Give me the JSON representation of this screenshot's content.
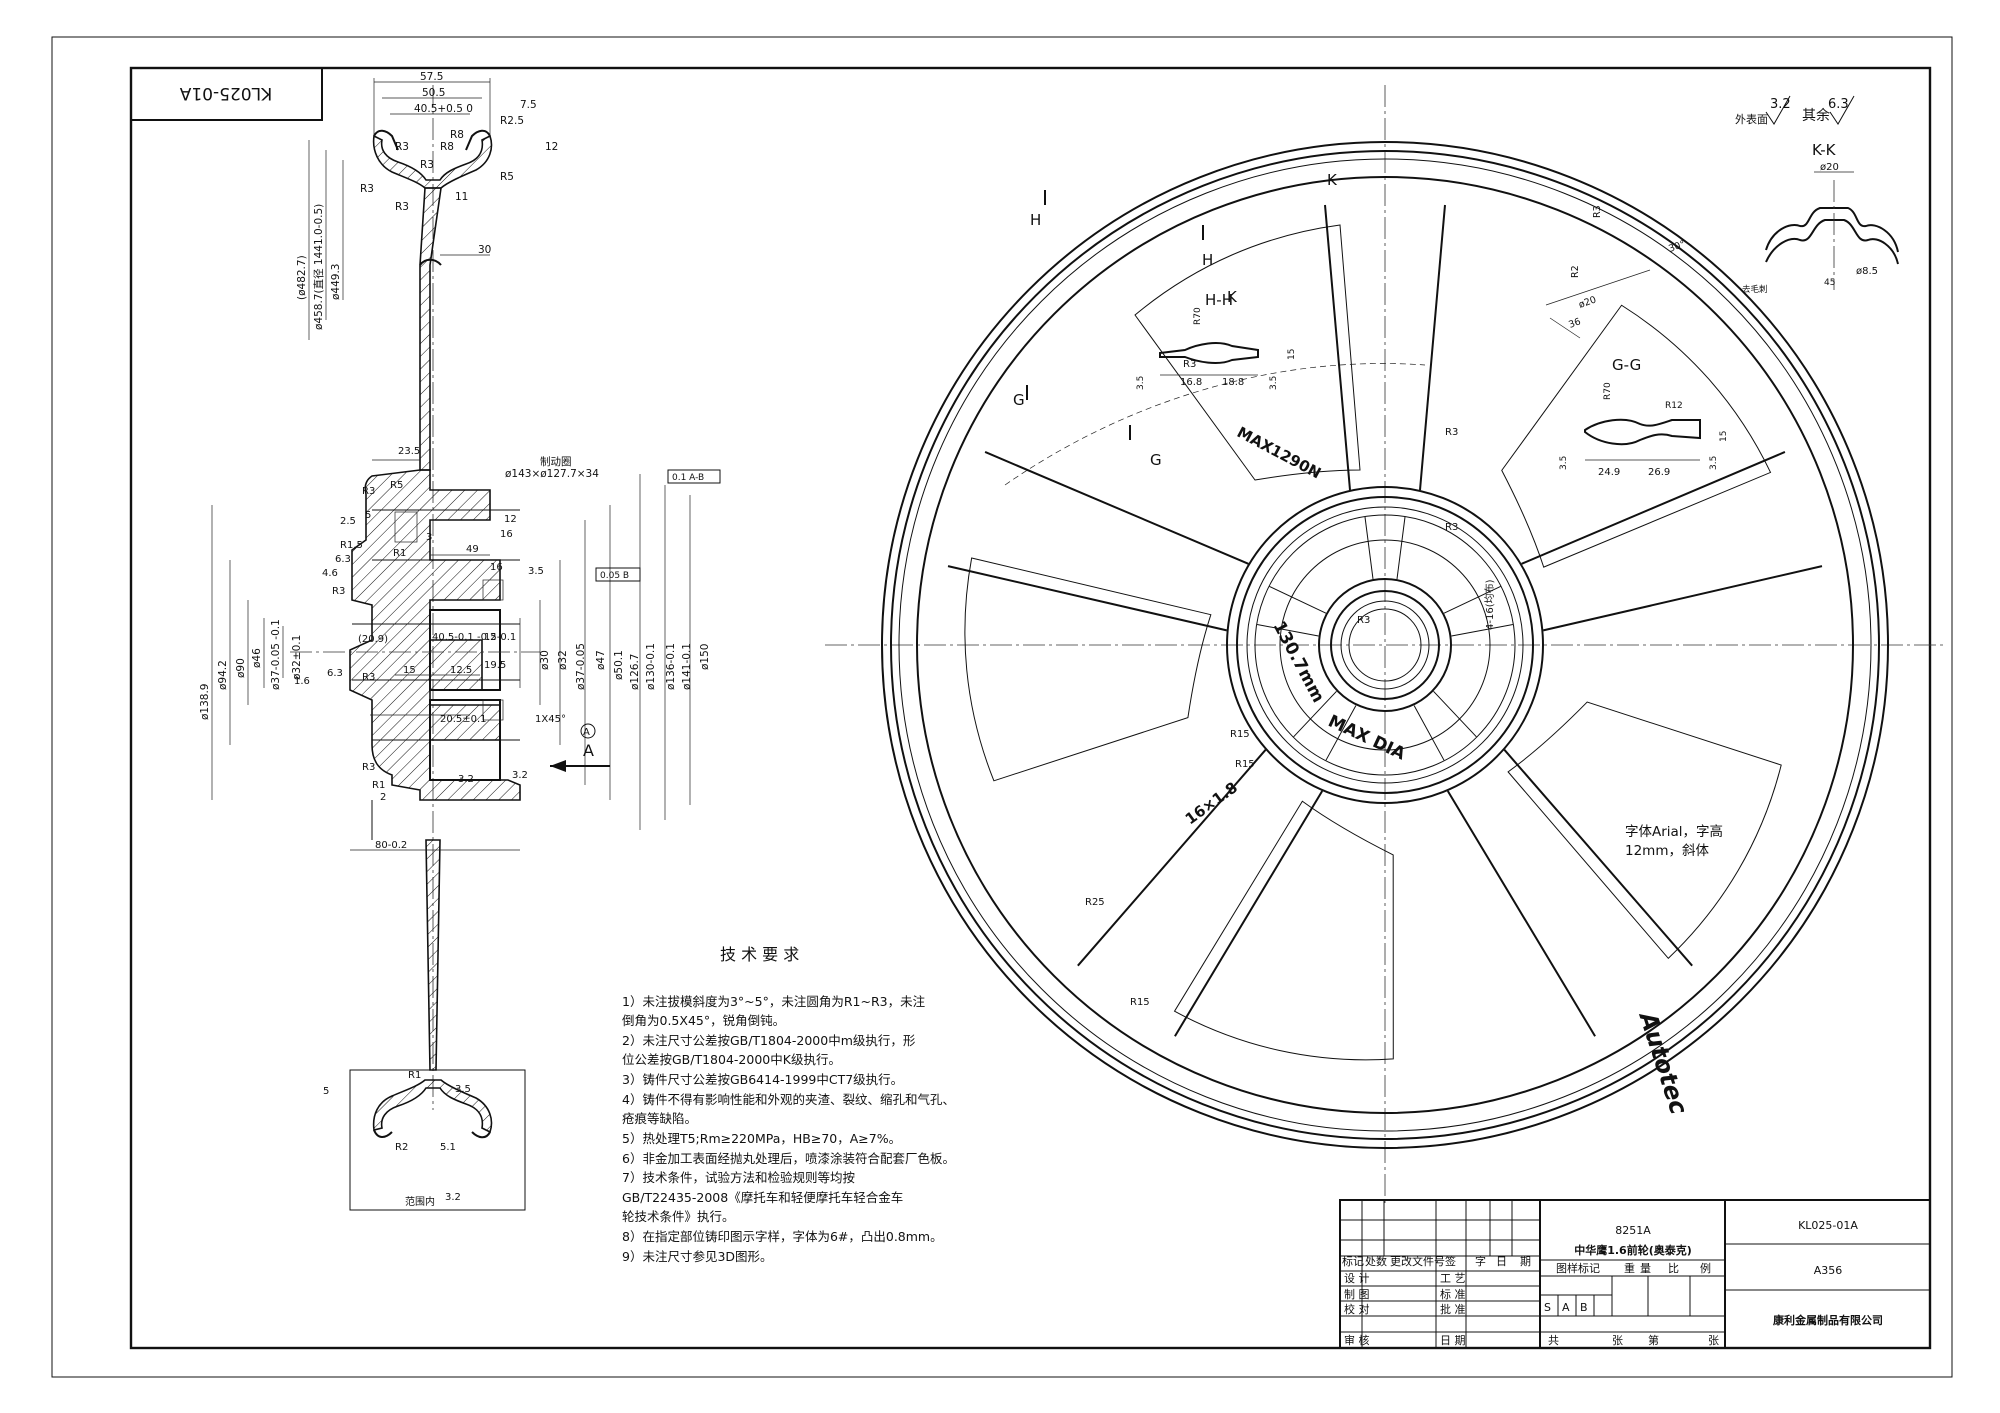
{
  "drawing_code_mirrored": "KL025-01A",
  "notes_title": "技 术 要 求",
  "notes": [
    "1）未注拔模斜度为3°~5°，未注圆角为R1~R3，未注",
    "倒角为0.5X45°，锐角倒钝。",
    "2）未注尺寸公差按GB/T1804-2000中m级执行，形",
    "位公差按GB/T1804-2000中K级执行。",
    "3）铸件尺寸公差按GB6414-1999中CT7级执行。",
    "4）铸件不得有影响性能和外观的夹渣、裂纹、缩孔和气孔、",
    "疮痕等缺陷。",
    "5）热处理T5;Rm≥220MPa，HB≥70，A≥7%。",
    "6）非金加工表面经抛丸处理后，喷漆涂装符合配套厂色板。",
    "7）技术条件，试验方法和检验规则等均按",
    "GB/T22435-2008《摩托车和轻便摩托车轻合金车",
    "轮技术条件》执行。",
    "8）在指定部位铸印图示字样，字体为6#，凸出0.8mm。",
    "9）未注尺寸参见3D图形。"
  ],
  "surface_note": {
    "outer": "外表面",
    "outer_val": "3.2",
    "rest": "其余",
    "rest_val": "6.3"
  },
  "views": {
    "kk": "K-K",
    "hh": "H-H",
    "gg": "G-G",
    "k": "K",
    "h": "H",
    "g": "G",
    "a": "A"
  },
  "wheel_text": {
    "max_load": "MAX1290N",
    "size": "16×1.8",
    "pcd": "130.7mm",
    "max_dia": "MAX DIA",
    "brand": "Autotec",
    "font_note_1": "字体Arial，字高",
    "font_note_2": "12mm，斜体",
    "holes": "4-16(均布)"
  },
  "brake_note": {
    "label": "制动圈",
    "spec": "ø143×ø127.7×34"
  },
  "kk_labels": [
    "ø20",
    "ø8.5",
    "45",
    "去毛刺"
  ],
  "hh_labels": [
    "R70",
    "16.8",
    "18.8",
    "3.5",
    "3.5",
    "15"
  ],
  "gg_labels": [
    "R70",
    "R12",
    "24.9",
    "26.9",
    "3.5",
    "3.5",
    "15"
  ],
  "k_detail_labels": [
    "R3",
    "R2",
    "ø20",
    "36",
    "30°"
  ],
  "section_dims": {
    "top": [
      "57.5",
      "50.5",
      "40.5+0.5 0",
      "R2.5",
      "7.5",
      "R8",
      "R8",
      "R3",
      "R3",
      "R3",
      "R5",
      "12",
      "11",
      "30",
      "R3"
    ],
    "left_vertical": [
      "(ø482.7)",
      "ø458.7(直径 1441.0-0.5)",
      "ø449.3"
    ],
    "hub": [
      "23.5",
      "R3",
      "R5",
      "2.5",
      "5",
      "R1.5",
      "4.6",
      "6.3",
      "R3",
      "R1",
      "49",
      "16",
      "3.5",
      "12",
      "16",
      "3",
      "(20.9)",
      "40.5-0.1 -0.2",
      "15-0.1",
      "15",
      "12.5",
      "19.5",
      "1.6",
      "6.3",
      "1X45°",
      "20.5±0.1",
      "3.2",
      "3.2",
      "R3",
      "R3",
      "80-0.2",
      "2",
      "R1",
      "A"
    ],
    "diameters": [
      "ø138.9",
      "ø94.2",
      "ø90",
      "ø46",
      "ø37-0.05 -0.1",
      "ø32±0.1",
      "ø30",
      "ø32",
      "ø37-0.05",
      "ø47",
      "ø50.1",
      "ø126.7",
      "ø130-0.1",
      "ø136-0.1",
      "ø141-0.1",
      "ø150"
    ],
    "bottom": [
      "5",
      "3.5",
      "R1",
      "R2",
      "5.1",
      "范围内",
      "3.2"
    ]
  },
  "gtol": {
    "runout": "0.1 A-B",
    "flat": "0.05 B"
  },
  "wheel_radii": [
    "R3",
    "R3",
    "R3",
    "R15",
    "R15",
    "R25",
    "R15"
  ],
  "title_block": {
    "part_no": "8251A",
    "part_name": "中华鹰1.6前轮(奥泰克)",
    "drawing_no": "KL025-01A",
    "material": "A356",
    "company": "康利金属制品有限公司",
    "rev_headers": [
      "标记",
      "处数",
      "更改文件号",
      "签",
      "字",
      "日",
      "期"
    ],
    "roles": [
      "设 计",
      "制 图",
      "校 对",
      "审 核"
    ],
    "roles2": [
      "工 艺",
      "标 准",
      "批 准",
      "日 期"
    ],
    "stage_label": "图样标记",
    "stage": [
      "S",
      "A",
      "B"
    ],
    "wt_headers": [
      "重",
      "量",
      "比",
      "例"
    ],
    "sheets": [
      "共",
      "张",
      "第",
      "张"
    ]
  }
}
